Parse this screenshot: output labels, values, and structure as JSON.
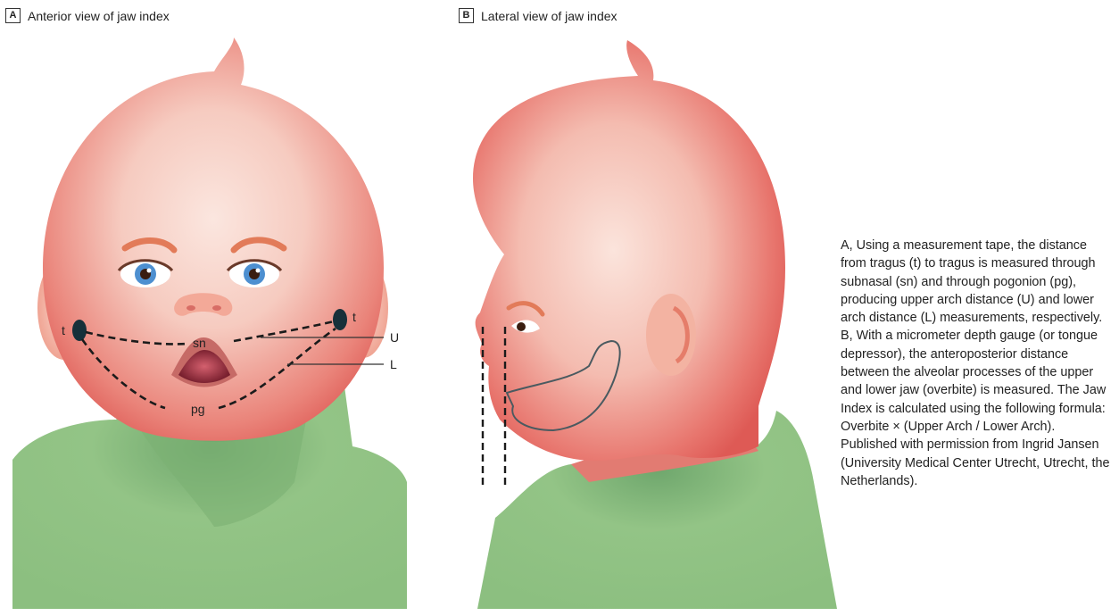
{
  "panel_a": {
    "letter": "A",
    "title": "Anterior view of jaw index"
  },
  "panel_b": {
    "letter": "B",
    "title": "Lateral view of jaw index"
  },
  "labels": {
    "tragus_left": "t",
    "tragus_right": "t",
    "subnasal": "sn",
    "pogonion": "pg",
    "upper_arch": "U",
    "lower_arch": "L"
  },
  "caption": "A, Using a measurement tape, the distance from tragus (t) to tragus is measured through subnasal (sn) and through pogonion (pg), producing upper arch distance (U) and lower arch distance (L) measurements, respectively. B, With a micrometer depth gauge (or tongue depressor), the anteroposterior distance between the alveolar processes of the upper and lower jaw (overbite) is measured. The Jaw Index is calculated using the following formula: Overbite × (Upper Arch / Lower Arch). Published with permission from Ingrid Jansen (University Medical Center Utrecht, Utrecht, the Netherlands).",
  "colors": {
    "skin": "#f4c7bd",
    "skin_shade": "#e0625c",
    "shirt": "#8fc081",
    "shirt_shade": "#5f9a62",
    "mouth": "#7a1e2a",
    "iris": "#4d8fd0"
  }
}
